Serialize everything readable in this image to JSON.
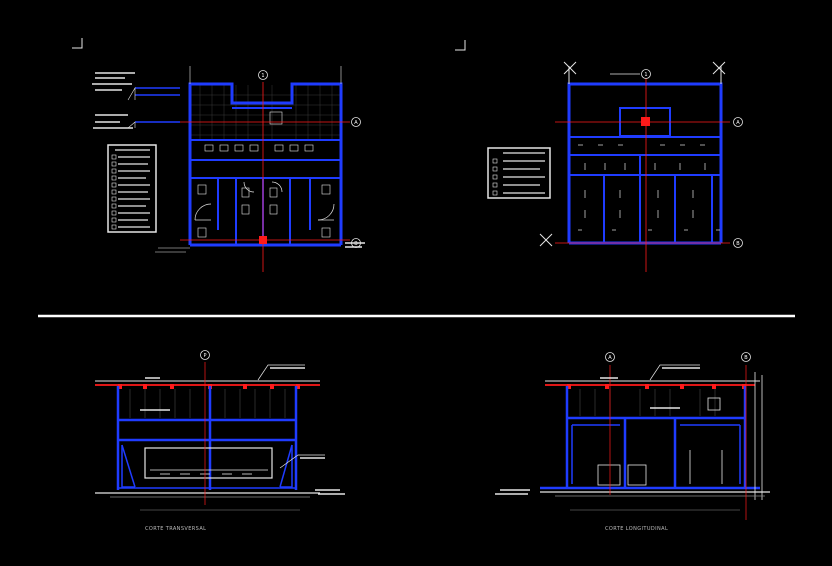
{
  "sections": {
    "transversal": "CORTE TRANSVERSAL",
    "longitudinal": "CORTE LONGITUDINAL"
  },
  "grid_bubbles": {
    "plan_left_top": "1",
    "plan_left_right": "A",
    "plan_left_bottom_right": "B",
    "plan_right_top": "1",
    "plan_right_right": "A",
    "plan_right_bottom_right": "B",
    "sec_left_top": "P",
    "sec_right_top_1": "A",
    "sec_right_top_2": "B"
  },
  "colors": {
    "background": "#000000",
    "wall": "#1f3cff",
    "axis": "#ff1a1a",
    "line": "#e6e6e6",
    "grey": "#8a8a8a"
  }
}
